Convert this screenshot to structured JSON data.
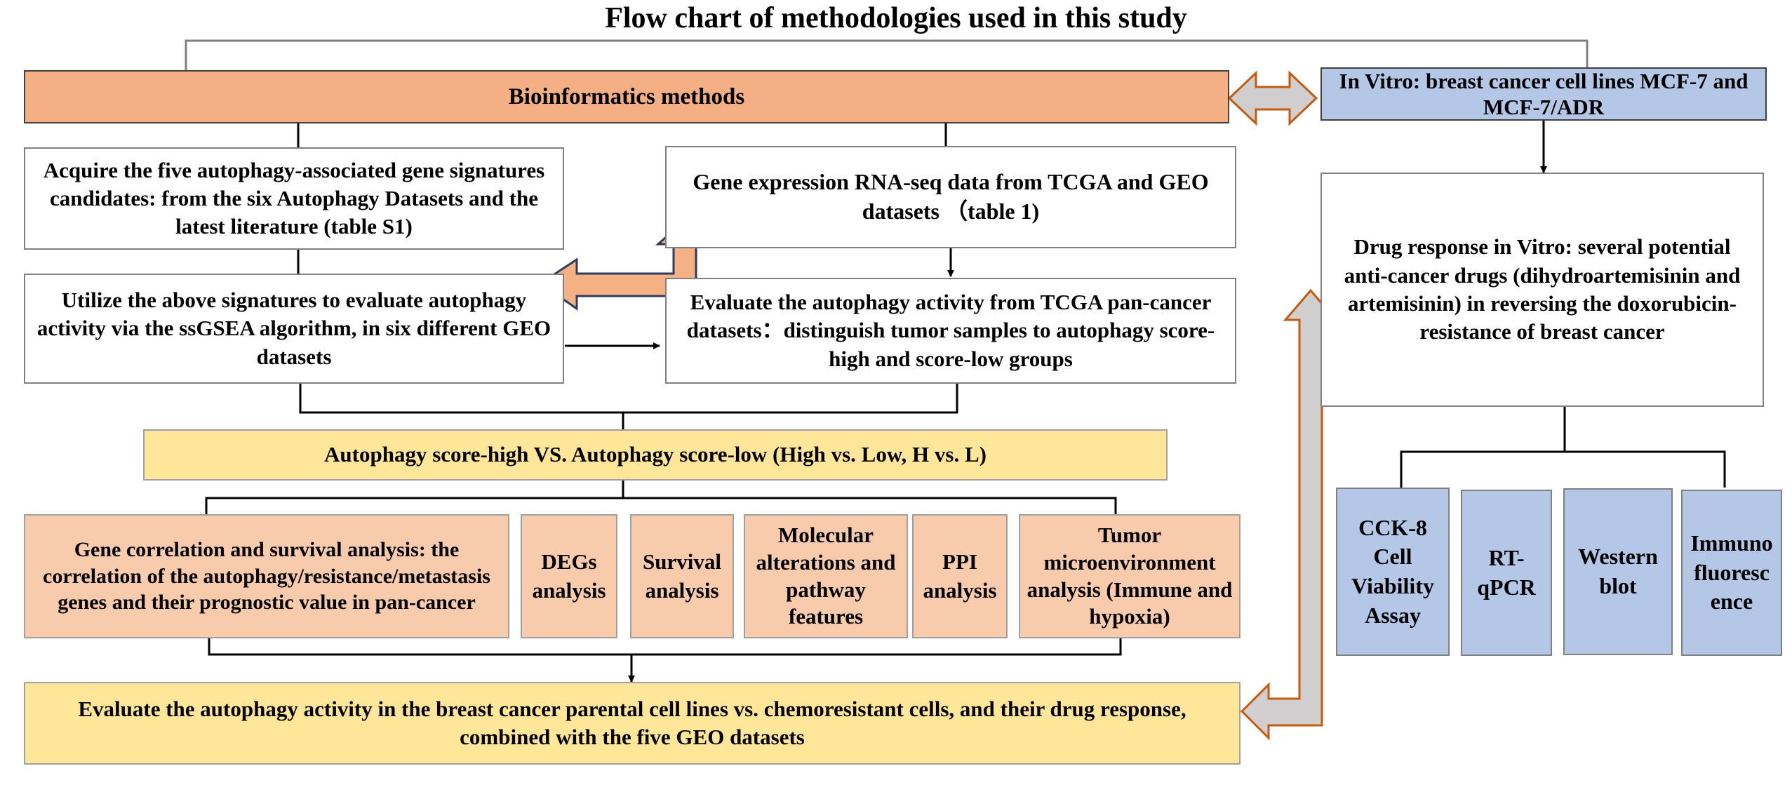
{
  "title": "Flow chart of methodologies used in this study",
  "bioinformatics": {
    "header": "Bioinformatics methods",
    "acquire": "Acquire the five autophagy-associated gene signatures candidates: from the six Autophagy Datasets and the latest literature (table S1)",
    "gene_expression": "Gene expression RNA-seq data from TCGA and GEO datasets （table 1)",
    "utilize": "Utilize the above signatures to evaluate autophagy activity via the ssGSEA algorithm, in six different GEO datasets",
    "evaluate_tcga": "Evaluate the autophagy activity  from TCGA pan-cancer datasets：distinguish tumor samples to autophagy score-high and score-low groups",
    "score_compare": "Autophagy score-high VS. Autophagy score-low  (High vs. Low, H vs. L)",
    "analyses": [
      "Gene correlation and survival analysis: the correlation of the autophagy/resistance/metastasis genes and their prognostic value in pan-cancer",
      "DEGs analysis",
      "Survival analysis",
      "Molecular alterations and pathway features",
      "PPI analysis",
      "Tumor microenvironment analysis (Immune and hypoxia)"
    ],
    "final": "Evaluate the autophagy activity in the breast cancer parental cell lines vs. chemoresistant cells, and their drug response, combined with the five GEO datasets"
  },
  "invitro": {
    "header": "In Vitro: breast cancer cell lines MCF-7  and MCF-7/ADR",
    "drug_response": "Drug response in Vitro: several potential anti-cancer drugs (dihydroartemisinin and artemisinin) in reversing the doxorubicin-resistance of breast cancer",
    "assays": [
      "CCK-8 Cell Viability Assay",
      "RT-qPCR",
      "Western blot",
      "Immuno fluoresc ence"
    ]
  },
  "colors": {
    "header_orange": "#f4af84",
    "peach": "#f8cbad",
    "yellow": "#ffe699",
    "blue": "#b4c7e7",
    "arrow_gray": "#d0cece",
    "arrow_outline": "#c55a11"
  }
}
